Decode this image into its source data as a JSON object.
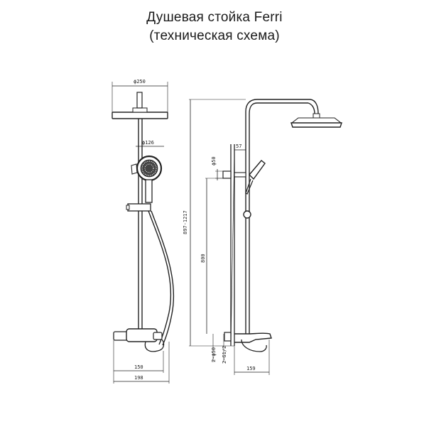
{
  "title": {
    "line1": "Душевая стойка Ferri",
    "line2": "(техническая схема)"
  },
  "dimensions": {
    "overhead_diameter": "ϕ250",
    "hand_shower_diameter": "ϕ126",
    "spout_width": "150",
    "total_front_width": "198",
    "top_offset": "57",
    "holder_diameter": "ϕ50",
    "height_range": "897-1217",
    "rail_length": "800",
    "connection_size": "2-ϕ50",
    "thread_size": "2-G1/2",
    "depth": "159"
  },
  "colors": {
    "line": "#222222",
    "background": "#ffffff"
  }
}
